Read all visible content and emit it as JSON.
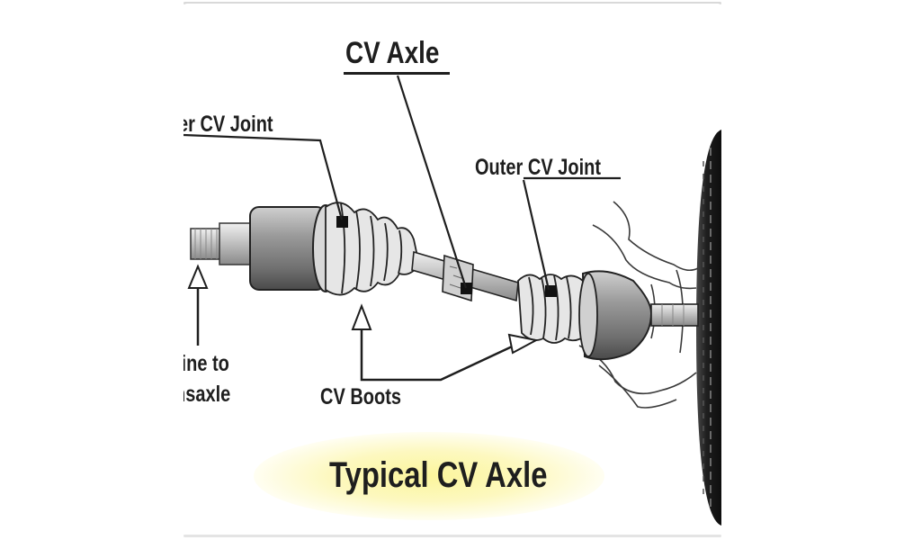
{
  "diagram": {
    "title": "CV Axle",
    "labels": {
      "inner_cv_joint": "er CV Joint",
      "outer_cv_joint": "Outer CV Joint",
      "spline_line1": "line to",
      "spline_line2": "nsaxle",
      "cv_boots": "CV Boots"
    },
    "caption": "Typical CV Axle"
  }
}
